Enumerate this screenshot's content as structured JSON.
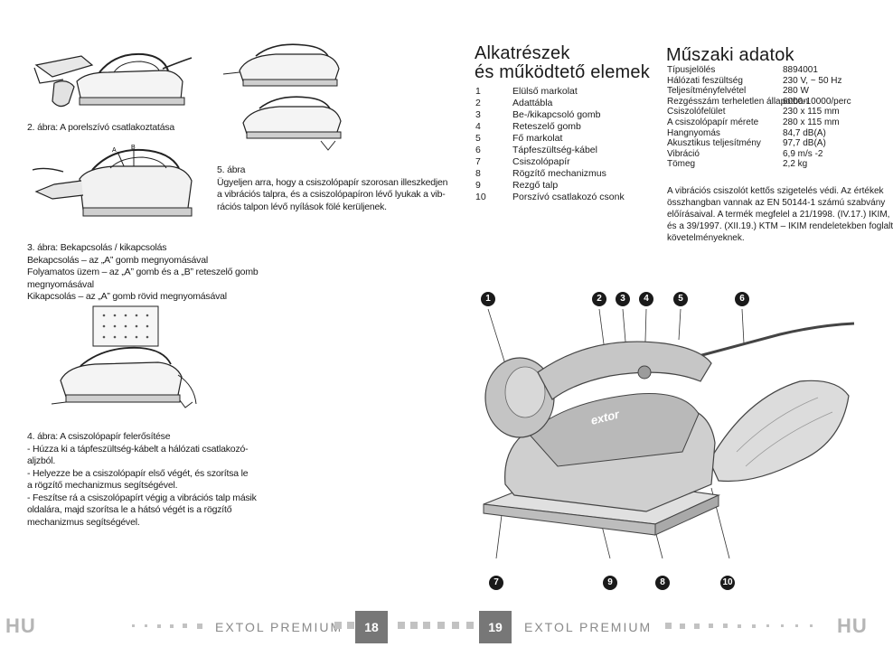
{
  "left_page": {
    "fig2_caption": "2. ábra: A porelszívó csatlakoztatása",
    "fig3_caption_lines": [
      "3. ábra: Bekapcsolás / kikapcsolás",
      "Bekapcsolás – az „A” gomb megnyomásával",
      "Folyamatos üzem – az „A” gomb és a „B” reteszelő gomb",
      "megnyomásával",
      "Kikapcsolás – az „A” gomb rövid megnyomásával"
    ],
    "fig3_labels": {
      "a": "A",
      "b": "B"
    },
    "fig5_caption_lines": [
      "5. ábra",
      "Ügyeljen arra, hogy a csiszolópapír szorosan illeszkedjen",
      "a vibrációs talpra, és a csiszolópapíron lévő lyukak a vib-",
      "rációs talpon lévő nyílások fölé kerüljenek."
    ],
    "fig4_caption_lines": [
      "4. ábra: A csiszolópapír felerősítése",
      "- Húzza ki a tápfeszültség-kábelt a hálózati csatlakozó-",
      "aljzból.",
      "- Helyezze be a csiszolópapír első végét, és szorítsa le",
      "a rögzítő mechanizmus segítségével.",
      "- Feszítse rá a csiszolópapírt végig a vibrációs talp másik",
      "oldalára, majd szorítsa le a hátsó végét is a rögzítő",
      "mechanizmus segítségével."
    ]
  },
  "right_page": {
    "parts_heading_line1": "Alkatrészek",
    "parts_heading_line2": "és működtető elemek",
    "parts": [
      {
        "num": "1",
        "name": "Elülső markolat"
      },
      {
        "num": "2",
        "name": "Adattábla"
      },
      {
        "num": "3",
        "name": "Be-/kikapcsoló gomb"
      },
      {
        "num": "4",
        "name": "Reteszelő gomb"
      },
      {
        "num": "5",
        "name": "Fő markolat"
      },
      {
        "num": "6",
        "name": "Tápfeszültség-kábel"
      },
      {
        "num": "7",
        "name": "Csiszolópapír"
      },
      {
        "num": "8",
        "name": "Rögzítő mechanizmus"
      },
      {
        "num": "9",
        "name": "Rezgő talp"
      },
      {
        "num": "10",
        "name": "Porszívó csatlakozó csonk"
      }
    ],
    "specs_heading": "Műszaki adatok",
    "specs": [
      {
        "label": "Típusjelölés",
        "value": "8894001"
      },
      {
        "label": "Hálózati feszültség",
        "value": "230 V, ~ 50 Hz"
      },
      {
        "label": "Teljesítményfelvétel",
        "value": "280 W"
      },
      {
        "label": "Rezgésszám terheletlen állapotban",
        "value": "6000-10000/perc"
      },
      {
        "label": "Csiszolófelület",
        "value": "230 x 115 mm"
      },
      {
        "label": "A csiszolópapír mérete",
        "value": "280 x 115 mm"
      },
      {
        "label": "Hangnyomás",
        "value": "84,7 dB(A)"
      },
      {
        "label": "Akusztikus teljesítmény",
        "value": "97,7 dB(A)"
      },
      {
        "label": "Vibráció",
        "value": "6,9 m/s -2"
      },
      {
        "label": "Tömeg",
        "value": "2,2 kg"
      }
    ],
    "specs_note_lines": [
      "A vibrációs csiszolót kettős szigetelés védi. Az értékek",
      "összhangban vannak az EN 50144-1 számú szabvány",
      "előírásaival. A termék megfelel a 21/1998. (IV.17.) IKIM,",
      "és a 39/1997. (XII.19.) KTM – IKIM rendeletekben foglalt",
      "követelményeknek."
    ],
    "top_markers": [
      "1",
      "2",
      "3",
      "4",
      "5",
      "6"
    ],
    "bottom_markers": [
      "7",
      "9",
      "8",
      "10"
    ],
    "sander_logo": "extor"
  },
  "footer": {
    "lang_left": "HU",
    "lang_right": "HU",
    "brand_left": "EXTOL PREMIUM",
    "brand_right": "EXTOL PREMIUM",
    "page_left": "18",
    "page_right": "19"
  }
}
